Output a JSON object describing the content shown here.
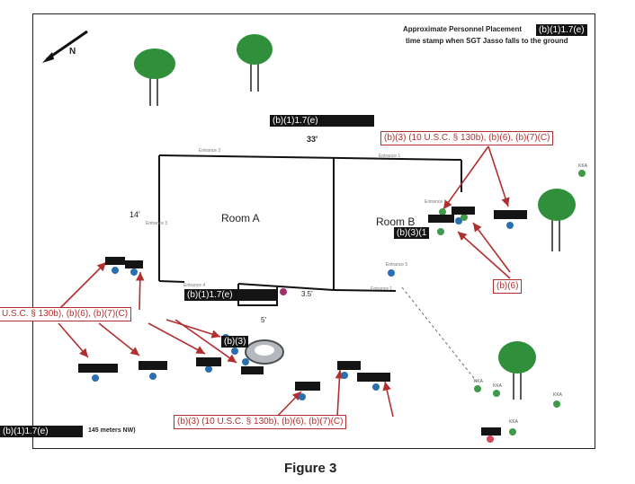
{
  "header": {
    "title": "Approximate Personnel Placement",
    "title_redaction": "(b)(1)1.7(e)",
    "subtitle": "time stamp when SGT Jasso falls to the ground"
  },
  "north_label": "N",
  "labels": {
    "top_redaction": "(b)(1)1.7(e)",
    "width_dim": "33'",
    "height_dim": "14'",
    "room_a": "Room A",
    "room_b": "Room B",
    "room_b_redaction": "(b)(3)(1",
    "bottom_redaction": "(b)(1)1.7(e)",
    "gap_dim": "3.5'",
    "step_dim": "5'",
    "center_redaction": "(b)(3)",
    "distance": "145 meters NW)",
    "distance_redaction": "(b)(1)1.7(e)"
  },
  "small_labels": {
    "entrance_top": "Entrance 2",
    "entrance_right": "Entrance 1",
    "entrance_left": "Entrance 3",
    "entrance_bottom": "Entrance 4",
    "entrance_mid": "Entrance 1",
    "small_mid": "Entrance 5",
    "smal_b": "Entrance 1"
  },
  "redboxes": {
    "top_right": "(b)(3) (10 U.S.C. § 130b), (b)(6), (b)(7)(C)",
    "right": "(b)(6)",
    "left": "U.S.C. § 130b), (b)(6), (b)(7)(C)",
    "bottom": "(b)(3) (10 U.S.C. § 130b), (b)(6), (b)(7)(C)"
  },
  "kka_label": "KKA",
  "caption": "Figure 3",
  "colors": {
    "arrow": "#b03030",
    "person_blue": "#2a6fb0",
    "person_green": "#3f9a4a",
    "person_red": "#d4455a",
    "tree": "#2f8f3a"
  }
}
